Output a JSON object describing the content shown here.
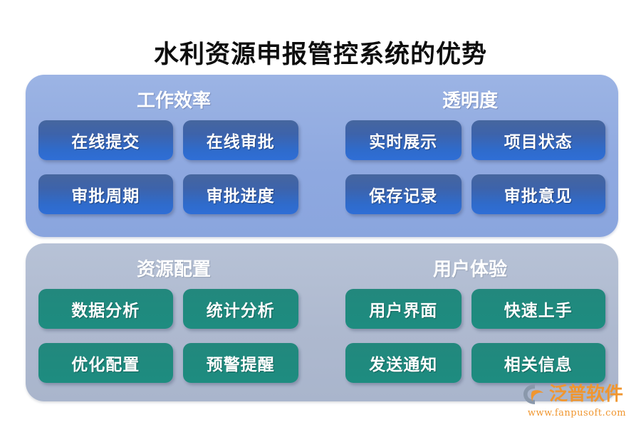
{
  "title": "水利资源申报管控系统的优势",
  "colors": {
    "title_text": "#0d0d0d",
    "panel_blue": "#93ace1",
    "panel_grey": "#b0bbd1",
    "button_blue": "#2f6bcb",
    "button_green": "#1f8a7e",
    "logo_orange": "#f0962f",
    "text_white": "#ffffff"
  },
  "panels": [
    {
      "id": "panel-upper",
      "style": "blue",
      "sections": [
        {
          "heading": "工作效率",
          "items": [
            "在线提交",
            "在线审批",
            "审批周期",
            "审批进度"
          ]
        },
        {
          "heading": "透明度",
          "items": [
            "实时展示",
            "项目状态",
            "保存记录",
            "审批意见"
          ]
        }
      ]
    },
    {
      "id": "panel-lower",
      "style": "grey",
      "sections": [
        {
          "heading": "资源配置",
          "items": [
            "数据分析",
            "统计分析",
            "优化配置",
            "预警提醒"
          ]
        },
        {
          "heading": "用户体验",
          "items": [
            "用户界面",
            "快速上手",
            "发送通知",
            "相关信息"
          ]
        }
      ]
    }
  ],
  "logo": {
    "mark": "fanpu-swoosh-icon",
    "name": "泛普软件",
    "url": "www.fanpusoft.com"
  }
}
